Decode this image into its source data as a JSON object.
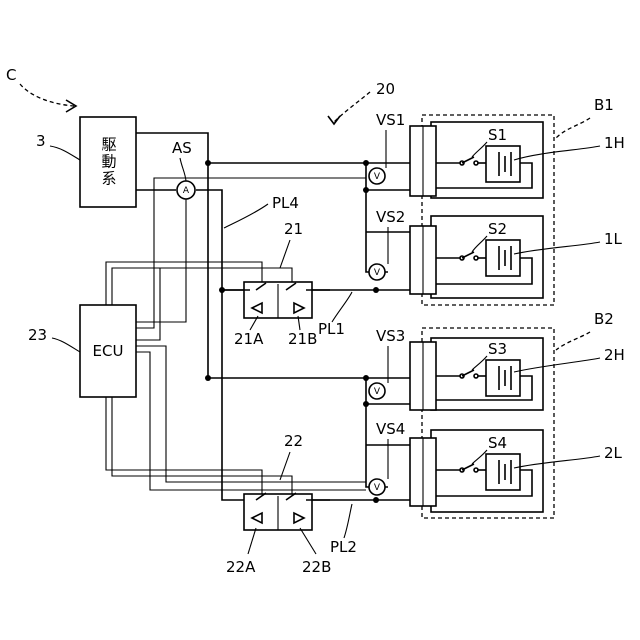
{
  "labels": {
    "system": "C",
    "drive_ref": "3",
    "drive_text": "駆動系",
    "ammeter_label": "AS",
    "ammeter_symbol": "A",
    "voltmeter_symbol": "V",
    "ecu_ref": "23",
    "ecu_text": "ECU",
    "pack_ref": "20",
    "pl4": "PL4",
    "pl1": "PL1",
    "pl2": "PL2",
    "relay1": "21",
    "relay1a": "21A",
    "relay1b": "21B",
    "relay2": "22",
    "relay2a": "22A",
    "relay2b": "22B",
    "b1": "B1",
    "b2": "B2",
    "vs1": "VS1",
    "vs2": "VS2",
    "vs3": "VS3",
    "vs4": "VS4",
    "s1": "S1",
    "s2": "S2",
    "s3": "S3",
    "s4": "S4",
    "m1h": "1H",
    "m1l": "1L",
    "m2h": "2H",
    "m2l": "2L"
  }
}
